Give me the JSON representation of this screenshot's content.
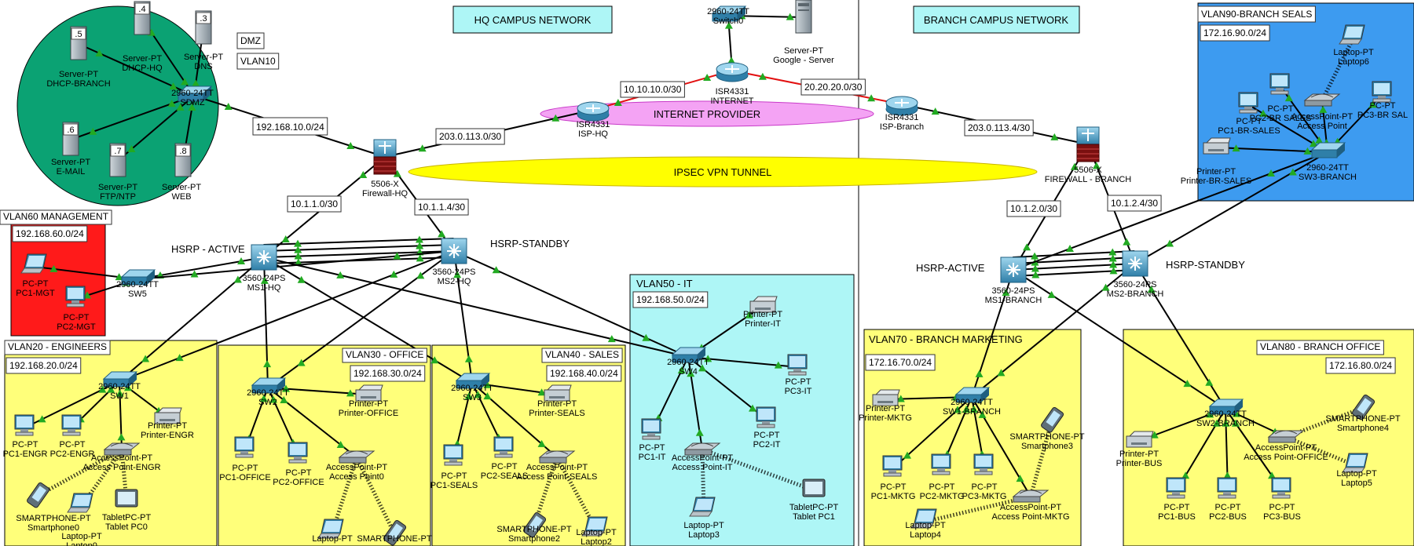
{
  "headers": {
    "hq": "HQ CAMPUS NETWORK",
    "branch": "BRANCH CAMPUS NETWORK"
  },
  "areas": [
    {
      "id": "dmz",
      "title": "DMZ",
      "vlan": "VLAN10",
      "color": "#0ba273"
    },
    {
      "id": "vlan60",
      "title": "VLAN60 MANAGEMENT",
      "subnet": "192.168.60.0/24",
      "color": "#ff1a1a"
    },
    {
      "id": "vlan20",
      "title": "VLAN20 - ENGINEERS",
      "subnet": "192.168.20.0/24",
      "color": "#ffff7a"
    },
    {
      "id": "vlan30",
      "title": "VLAN30 - OFFICE",
      "subnet": "192.168.30.0/24",
      "color": "#ffff7a"
    },
    {
      "id": "vlan40",
      "title": "VLAN40 - SALES",
      "subnet": "192.168.40.0/24",
      "color": "#ffff7a"
    },
    {
      "id": "vlan50",
      "title": "VLAN50 - IT",
      "subnet": "192.168.50.0/24",
      "color": "#aef6f6"
    },
    {
      "id": "vlan70",
      "title": "VLAN70 - BRANCH MARKETING",
      "subnet": "172.16.70.0/24",
      "color": "#ffff7a"
    },
    {
      "id": "vlan80",
      "title": "VLAN80 - BRANCH OFFICE",
      "subnet": "172.16.80.0/24",
      "color": "#ffff7a"
    },
    {
      "id": "vlan90",
      "title": "VLAN90-BRANCH SEALS",
      "subnet": "172.16.90.0/24",
      "color": "#3d9bf0"
    }
  ],
  "clouds": {
    "internet": "INTERNET PROVIDER",
    "vpn": "IPSEC VPN TUNNEL"
  },
  "link_labels": {
    "dmz_subnet": "192.168.10.0/24",
    "isp_hq_wan": "203.0.113.0/30",
    "isp_hq_internet": "10.10.10.0/30",
    "isp_branch_internet": "20.20.20.0/30",
    "isp_branch_wan": "203.0.113.4/30",
    "fw_hq_ms1": "10.1.1.0/30",
    "fw_hq_ms2": "10.1.1.4/30",
    "fw_br_ms1": "10.1.2.0/30",
    "fw_br_ms2": "10.1.2.4/30",
    "hsrp_active_hq": "HSRP - ACTIVE",
    "hsrp_standby_hq": "HSRP-STANDBY",
    "hsrp_active_br": "HSRP-ACTIVE",
    "hsrp_standby_br": "HSRP-STANDBY"
  },
  "devices": [
    {
      "id": "srv4",
      "type": "server",
      "model": ".4",
      "label": "Server-PT",
      "name": "DHCP-HQ"
    },
    {
      "id": "srv3",
      "type": "server",
      "model": ".3",
      "label": "Server-PT",
      "name": "DNS"
    },
    {
      "id": "srv5",
      "type": "server",
      "model": ".5",
      "label": "Server-PT",
      "name": "DHCP-BRANCH"
    },
    {
      "id": "srv6",
      "type": "server",
      "model": ".6",
      "label": "Server-PT",
      "name": "E-MAIL"
    },
    {
      "id": "srv7",
      "type": "server",
      "model": ".7",
      "label": "Server-PT",
      "name": "FTP/NTP"
    },
    {
      "id": "srv8",
      "type": "server",
      "model": ".8",
      "label": "Server-PT",
      "name": "WEB"
    },
    {
      "id": "swdmz",
      "type": "switch",
      "model": "2960-24TT",
      "label": "",
      "name": "SDMZ"
    },
    {
      "id": "fwhq",
      "type": "firewall",
      "model": "5506-X",
      "label": "",
      "name": "Firewall-HQ"
    },
    {
      "id": "isphq",
      "type": "router",
      "model": "ISR4331",
      "label": "",
      "name": "ISP-HQ"
    },
    {
      "id": "internet",
      "type": "router",
      "model": "ISR4331",
      "label": "",
      "name": "INTERNET"
    },
    {
      "id": "sw0",
      "type": "switch",
      "model": "2960-24TT",
      "label": "",
      "name": "Switch0"
    },
    {
      "id": "google",
      "type": "server",
      "model": "",
      "label": "Server-PT",
      "name": "Google - Server"
    },
    {
      "id": "ispbr",
      "type": "router",
      "model": "ISR4331",
      "label": "",
      "name": "ISP-Branch"
    },
    {
      "id": "fwbr",
      "type": "firewall",
      "model": "5506-X",
      "label": "",
      "name": "FIREWALL - BRANCH"
    },
    {
      "id": "ms1hq",
      "type": "mls",
      "model": "3560-24PS",
      "label": "",
      "name": "MS1-HQ"
    },
    {
      "id": "ms2hq",
      "type": "mls",
      "model": "3560-24PS",
      "label": "",
      "name": "MS2-HQ"
    },
    {
      "id": "ms1br",
      "type": "mls",
      "model": "3560-24PS",
      "label": "",
      "name": "MS1-BRANCH"
    },
    {
      "id": "ms2br",
      "type": "mls",
      "model": "3560-24PS",
      "label": "",
      "name": "MS2-BRANCH"
    },
    {
      "id": "sw5",
      "type": "switch",
      "model": "2960-24TT",
      "label": "",
      "name": "SW5"
    },
    {
      "id": "pc1mgt",
      "type": "laptop",
      "model": "",
      "label": "PC-PT",
      "name": "PC1-MGT"
    },
    {
      "id": "pc2mgt",
      "type": "pc",
      "model": "",
      "label": "PC-PT",
      "name": "PC2-MGT"
    },
    {
      "id": "sw1",
      "type": "switch",
      "model": "2960-24TT",
      "label": "",
      "name": "SW1"
    },
    {
      "id": "pc1engr",
      "type": "pc",
      "model": "",
      "label": "PC-PT",
      "name": "PC1-ENGR"
    },
    {
      "id": "pc2engr",
      "type": "pc",
      "model": "",
      "label": "PC-PT",
      "name": "PC2-ENGR"
    },
    {
      "id": "apengr",
      "type": "ap",
      "model": "",
      "label": "AccessPoint-PT",
      "name": "Access Point-ENGR"
    },
    {
      "id": "prengr",
      "type": "printer",
      "model": "",
      "label": "Printer-PT",
      "name": "Printer-ENGR"
    },
    {
      "id": "sp0",
      "type": "phone",
      "model": "",
      "label": "SMARTPHONE-PT",
      "name": "Smartphone0"
    },
    {
      "id": "lap0",
      "type": "laptop",
      "model": "",
      "label": "Laptop-PT",
      "name": "Laptop0"
    },
    {
      "id": "tab0",
      "type": "tablet",
      "model": "",
      "label": "TabletPC-PT",
      "name": "Tablet PC0"
    },
    {
      "id": "sw2",
      "type": "switch",
      "model": "2960-24TT",
      "label": "",
      "name": "SW2"
    },
    {
      "id": "pc1off",
      "type": "pc",
      "model": "",
      "label": "PC-PT",
      "name": "PC1-OFFICE"
    },
    {
      "id": "pc2off",
      "type": "pc",
      "model": "",
      "label": "PC-PT",
      "name": "PC2-OFFICE"
    },
    {
      "id": "ap0",
      "type": "ap",
      "model": "",
      "label": "AccessPoint-PT",
      "name": "Access Point0"
    },
    {
      "id": "proff",
      "type": "printer",
      "model": "",
      "label": "Printer-PT",
      "name": "Printer-OFFICE"
    },
    {
      "id": "lap1",
      "type": "laptop",
      "model": "",
      "label": "Laptop-PT",
      "name": ""
    },
    {
      "id": "sp1",
      "type": "phone",
      "model": "",
      "label": "SMARTPHONE-PT",
      "name": ""
    },
    {
      "id": "sw3",
      "type": "switch",
      "model": "2960-24TT",
      "label": "",
      "name": "SW3"
    },
    {
      "id": "pc1seals",
      "type": "pc",
      "model": "",
      "label": "PC-PT",
      "name": "PC1-SEALS"
    },
    {
      "id": "pc2seals",
      "type": "pc",
      "model": "",
      "label": "PC-PT",
      "name": "PC2-SEALS"
    },
    {
      "id": "apseals",
      "type": "ap",
      "model": "",
      "label": "AccessPoint-PT",
      "name": "Access Point-SEALS"
    },
    {
      "id": "prseals",
      "type": "printer",
      "model": "",
      "label": "Printer-PT",
      "name": "Printer-SEALS"
    },
    {
      "id": "sp2",
      "type": "phone",
      "model": "",
      "label": "SMARTPHONE-PT",
      "name": "Smartphone2"
    },
    {
      "id": "lap2",
      "type": "laptop",
      "model": "",
      "label": "Laptop-PT",
      "name": "Laptop2"
    },
    {
      "id": "sw4",
      "type": "switch",
      "model": "2960-24TT",
      "label": "",
      "name": "SW4"
    },
    {
      "id": "prit",
      "type": "printer",
      "model": "",
      "label": "Printer-PT",
      "name": "Printer-IT"
    },
    {
      "id": "pc1it",
      "type": "pc",
      "model": "",
      "label": "PC-PT",
      "name": "PC1-IT"
    },
    {
      "id": "pc2it",
      "type": "pc",
      "model": "",
      "label": "PC-PT",
      "name": "PC2-IT"
    },
    {
      "id": "pc3it",
      "type": "pc",
      "model": "",
      "label": "PC-PT",
      "name": "PC3-IT"
    },
    {
      "id": "apit",
      "type": "ap",
      "model": "",
      "label": "AccessPoint-PT",
      "name": "Access Point-IT"
    },
    {
      "id": "lap3",
      "type": "laptop",
      "model": "",
      "label": "Laptop-PT",
      "name": "Laptop3"
    },
    {
      "id": "tab1",
      "type": "tablet",
      "model": "",
      "label": "TabletPC-PT",
      "name": "Tablet PC1"
    },
    {
      "id": "sw1br",
      "type": "switch",
      "model": "2960-24TT",
      "label": "",
      "name": "SW1-BRANCH"
    },
    {
      "id": "prmktg",
      "type": "printer",
      "model": "",
      "label": "Printer-PT",
      "name": "Printer-MKTG"
    },
    {
      "id": "pc1mktg",
      "type": "pc",
      "model": "",
      "label": "PC-PT",
      "name": "PC1-MKTG"
    },
    {
      "id": "pc2mktg",
      "type": "pc",
      "model": "",
      "label": "PC-PT",
      "name": "PC2-MKTG"
    },
    {
      "id": "pc3mktg",
      "type": "pc",
      "model": "",
      "label": "PC-PT",
      "name": "PC3-MKTG"
    },
    {
      "id": "sp3",
      "type": "phone",
      "model": "",
      "label": "SMARTPHONE-PT",
      "name": "Smartphone3"
    },
    {
      "id": "apmktg",
      "type": "ap",
      "model": "",
      "label": "AccessPoint-PT",
      "name": "Access Point-MKTG"
    },
    {
      "id": "lap4",
      "type": "laptop",
      "model": "",
      "label": "Laptop-PT",
      "name": "Laptop4"
    },
    {
      "id": "sw2br",
      "type": "switch",
      "model": "2960-24TT",
      "label": "",
      "name": "SW2-BRANCH"
    },
    {
      "id": "prbus",
      "type": "printer",
      "model": "",
      "label": "Printer-PT",
      "name": "Printer-BUS"
    },
    {
      "id": "pc1bus",
      "type": "pc",
      "model": "",
      "label": "PC-PT",
      "name": "PC1-BUS"
    },
    {
      "id": "pc2bus",
      "type": "pc",
      "model": "",
      "label": "PC-PT",
      "name": "PC2-BUS"
    },
    {
      "id": "pc3bus",
      "type": "pc",
      "model": "",
      "label": "PC-PT",
      "name": "PC3-BUS"
    },
    {
      "id": "apoff",
      "type": "ap",
      "model": "",
      "label": "AccessPoint-PT",
      "name": "Access Point-OFFICE"
    },
    {
      "id": "sp4",
      "type": "phone",
      "model": "",
      "label": "SMARTPHONE-PT",
      "name": "Smartphone4"
    },
    {
      "id": "lap5",
      "type": "laptop",
      "model": "",
      "label": "Laptop-PT",
      "name": "Laptop5"
    },
    {
      "id": "sw3br",
      "type": "switch",
      "model": "2960-24TT",
      "label": "",
      "name": "SW3-BRANCH"
    },
    {
      "id": "lap6",
      "type": "laptop",
      "model": "",
      "label": "Laptop-PT",
      "name": "Laptop6"
    },
    {
      "id": "pc1brs",
      "type": "pc",
      "model": "",
      "label": "PC-PT",
      "name": "PC1-BR-SALES"
    },
    {
      "id": "pc2brs",
      "type": "pc",
      "model": "",
      "label": "PC-PT",
      "name": "PC2-BR SALES"
    },
    {
      "id": "pc3brs",
      "type": "pc",
      "model": "",
      "label": "PC-PT",
      "name": "PC3-BR SAL"
    },
    {
      "id": "apbrs",
      "type": "ap",
      "model": "",
      "label": "AccessPoint-PT",
      "name": "Access Point"
    },
    {
      "id": "prbrs",
      "type": "printer",
      "model": "",
      "label": "Printer-PT",
      "name": "Printer-BR-SALES"
    }
  ]
}
